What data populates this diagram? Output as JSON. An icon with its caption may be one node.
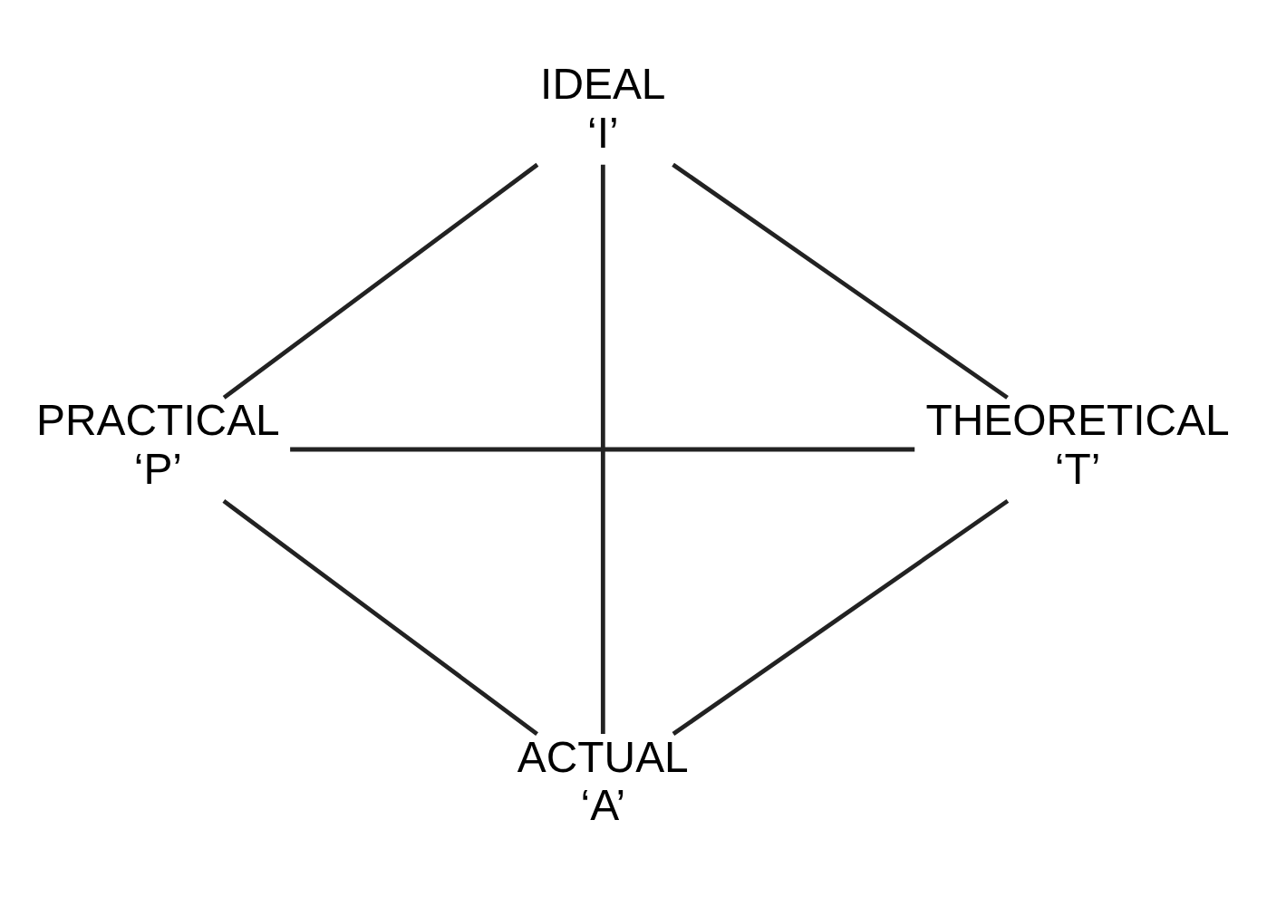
{
  "diagram": {
    "nodes": [
      {
        "text": [
          "IDEAL",
          "‘I’"
        ]
      },
      {
        "text": [
          "PRACTICAL",
          "‘P’"
        ]
      },
      {
        "text": [
          "THEORETICAL",
          "‘T’"
        ]
      },
      {
        "text": [
          "ACTUAL",
          "‘A’"
        ]
      }
    ],
    "edges": [
      {
        "from": 0,
        "to": 1,
        "arrow": "none"
      },
      {
        "from": 0,
        "to": 2,
        "arrow": "none"
      },
      {
        "from": 1,
        "to": 3,
        "arrow": "none"
      },
      {
        "from": 2,
        "to": 3,
        "arrow": "none"
      },
      {
        "from": 0,
        "to": 3,
        "arrow": "none"
      },
      {
        "from": 1,
        "to": 2,
        "arrow": "none"
      }
    ]
  }
}
